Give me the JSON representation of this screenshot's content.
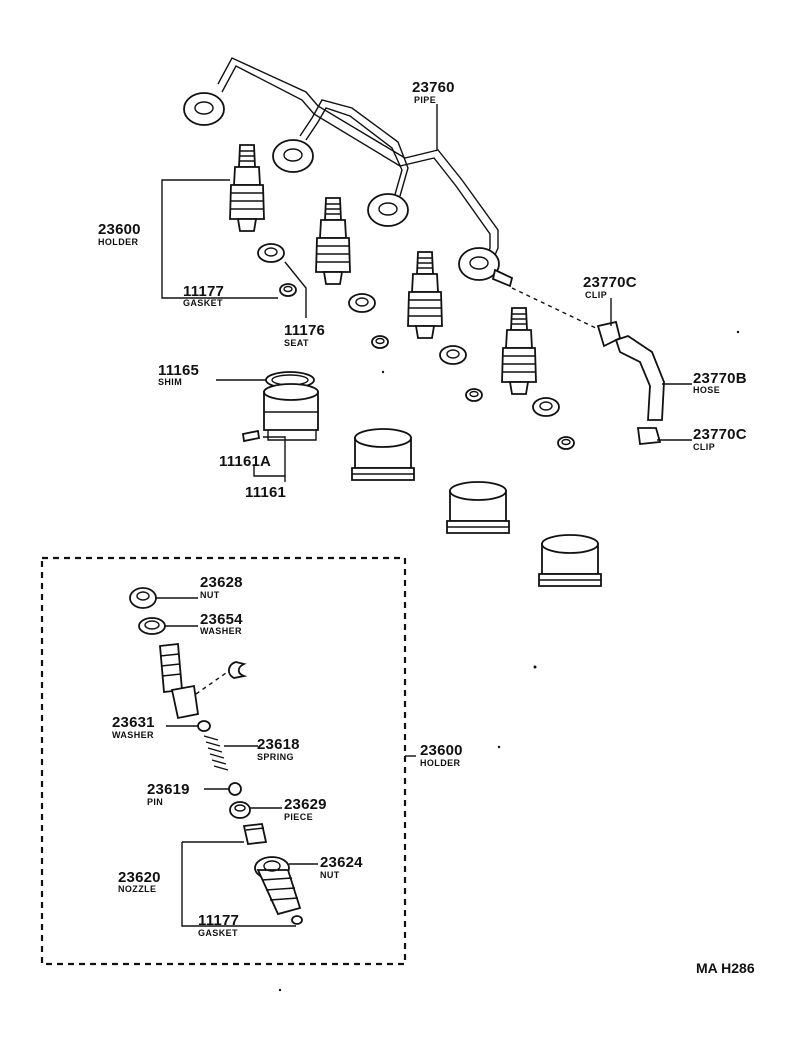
{
  "diagram": {
    "code": "MA H286",
    "parts": [
      {
        "number": "23760",
        "name": "PIPE"
      },
      {
        "number": "23600",
        "name": "HOLDER"
      },
      {
        "number": "11177",
        "name": "GASKET"
      },
      {
        "number": "11176",
        "name": "SEAT"
      },
      {
        "number": "11165",
        "name": "SHIM"
      },
      {
        "number": "11161A",
        "name": ""
      },
      {
        "number": "11161",
        "name": ""
      },
      {
        "number": "23770C",
        "name": "CLIP"
      },
      {
        "number": "23770B",
        "name": "HOSE"
      },
      {
        "number": "23770C",
        "name": "CLIP"
      },
      {
        "number": "23628",
        "name": "NUT"
      },
      {
        "number": "23654",
        "name": "WASHER"
      },
      {
        "number": "23631",
        "name": "WASHER"
      },
      {
        "number": "23618",
        "name": "SPRING"
      },
      {
        "number": "23619",
        "name": "PIN"
      },
      {
        "number": "23629",
        "name": "PIECE"
      },
      {
        "number": "23624",
        "name": "NUT"
      },
      {
        "number": "23620",
        "name": "NOZZLE"
      },
      {
        "number": "11177",
        "name": "GASKET"
      },
      {
        "number": "23600",
        "name": "HOLDER"
      }
    ]
  }
}
